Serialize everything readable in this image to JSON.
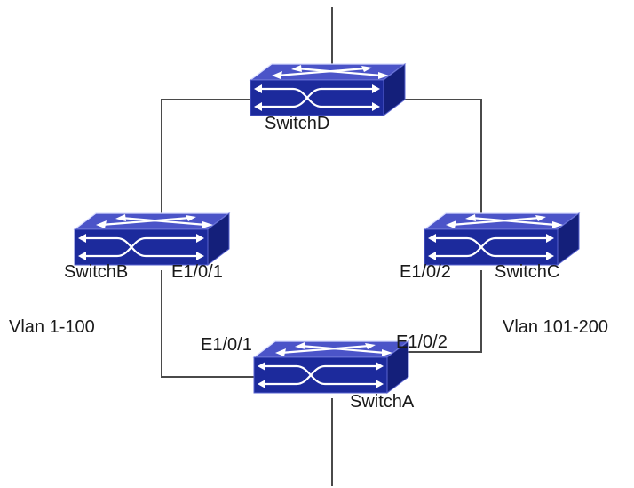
{
  "switches": {
    "d": {
      "label": "SwitchD"
    },
    "b": {
      "label": "SwitchB"
    },
    "c": {
      "label": "SwitchC"
    },
    "a": {
      "label": "SwitchA"
    }
  },
  "ports": {
    "b_e1_0_1": "E1/0/1",
    "c_e1_0_2": "E1/0/2",
    "a_e1_0_1": "E1/0/1",
    "a_e1_0_2": "E1/0/2"
  },
  "vlans": {
    "left": "Vlan 1-100",
    "right": "Vlan 101-200"
  },
  "colors": {
    "switch_top": "#4b54c8",
    "switch_front": "#1c2a9c",
    "switch_side": "#141f7a",
    "link": "#4a4a4a"
  },
  "icons": {
    "switch": "network-switch-icon"
  }
}
